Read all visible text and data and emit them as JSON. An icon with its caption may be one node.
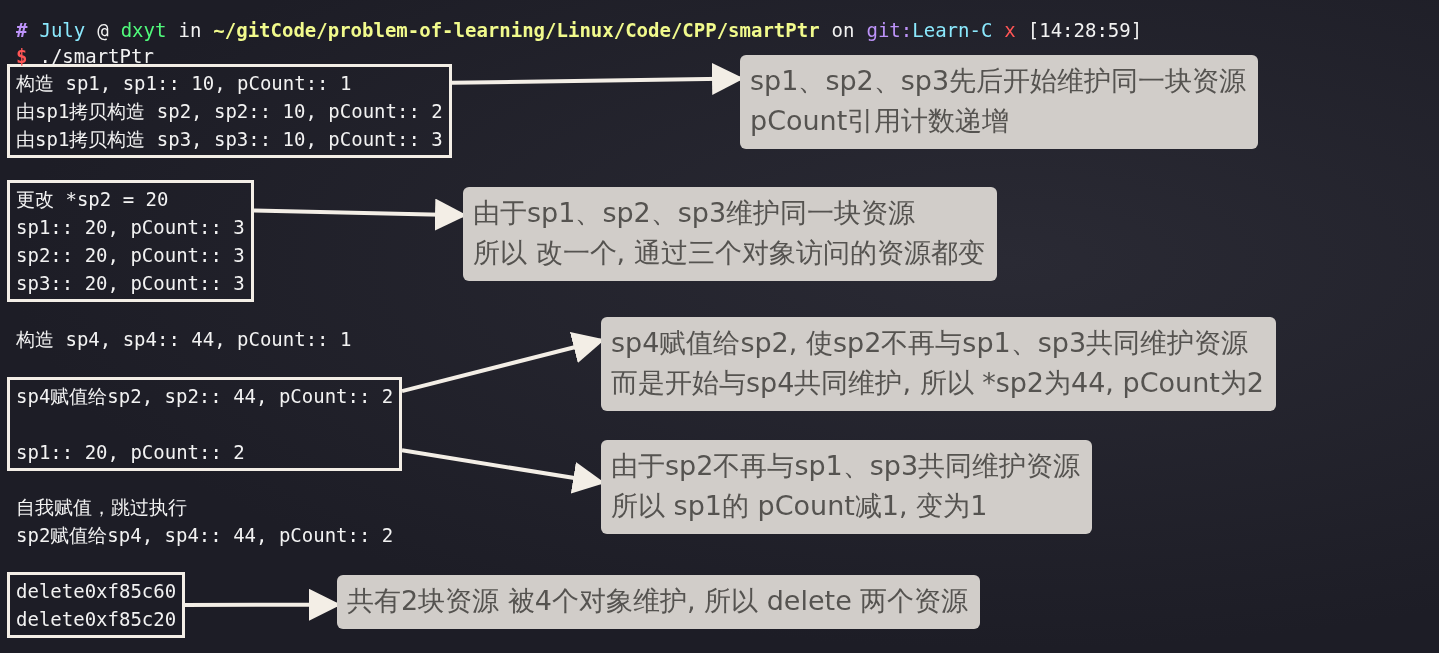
{
  "diagram": {
    "nodes": [
      {
        "text": [
          "构造 sp1, sp1:: 10, pCount:: 1",
          "由sp1拷贝构造 sp2, sp2:: 10, pCount:: 2",
          "由sp1拷贝构造 sp3, sp3:: 10, pCount:: 3"
        ]
      },
      {
        "text": [
          "sp1、sp2、sp3先后开始维护同一块资源",
          "pCount引用计数递增"
        ]
      },
      {
        "text": [
          "更改 *sp2 = 20",
          "sp1:: 20, pCount:: 3",
          "sp2:: 20, pCount:: 3",
          "sp3:: 20, pCount:: 3"
        ]
      },
      {
        "text": [
          "由于sp1、sp2、sp3维护同一块资源",
          "所以 改一个, 通过三个对象访问的资源都变"
        ]
      },
      {
        "text": [
          "sp4赋值给sp2, sp2:: 44, pCount:: 2",
          "sp1:: 20, pCount:: 2"
        ]
      },
      {
        "text": [
          "sp4赋值给sp2, 使sp2不再与sp1、sp3共同维护资源",
          "而是开始与sp4共同维护, 所以 *sp2为44, pCount为2"
        ]
      },
      {
        "text": [
          "由于sp2不再与sp1、sp3共同维护资源",
          "所以 sp1的 pCount减1, 变为1"
        ]
      },
      {
        "text": [
          "delete0xf85c60",
          "delete0xf85c20"
        ]
      },
      {
        "text": [
          "共有2块资源 被4个对象维护, 所以 delete 两个资源"
        ]
      }
    ],
    "edges": [
      {
        "from": 0,
        "to": 1,
        "arrow": "to"
      },
      {
        "from": 2,
        "to": 3,
        "arrow": "to"
      },
      {
        "from": 4,
        "to": 5,
        "arrow": "to"
      },
      {
        "from": 4,
        "to": 6,
        "arrow": "to"
      },
      {
        "from": 7,
        "to": 8,
        "arrow": "to"
      }
    ],
    "labels": [
      "#",
      "July",
      "@",
      "dxyt",
      "in",
      "~/gitCode/problem-of-learning/Linux/Code/CPP/smartPtr",
      "on",
      "git:",
      "Learn-C",
      "x",
      "[14:28:59]",
      "$",
      "./smartPtr",
      "构造 sp4, sp4:: 44, pCount:: 1",
      "自我赋值，跳过执行",
      "sp2赋值给sp4, sp4:: 44, pCount:: 2"
    ]
  }
}
